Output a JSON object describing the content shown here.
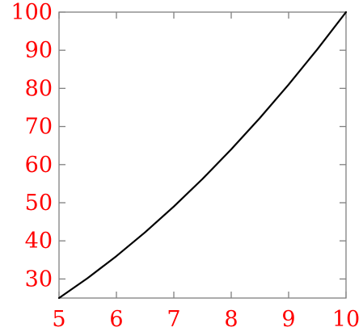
{
  "chart_data": {
    "type": "line",
    "title": "",
    "xlabel": "",
    "ylabel": "",
    "xlim": [
      5,
      10
    ],
    "ylim": [
      25,
      100
    ],
    "x_ticks": [
      5,
      6,
      7,
      8,
      9,
      10
    ],
    "y_ticks": [
      30,
      40,
      50,
      60,
      70,
      80,
      90,
      100
    ],
    "grid": false,
    "legend": "none",
    "colors": {
      "line": "#000000",
      "tick_labels": "#ff0000",
      "axes": "#808080"
    },
    "series": [
      {
        "x": [
          5,
          5.5,
          6,
          6.5,
          7,
          7.5,
          8,
          8.5,
          9,
          9.5,
          10
        ],
        "y": [
          25,
          30.25,
          36,
          42.25,
          49,
          56.25,
          64,
          72.25,
          81,
          90.25,
          100
        ]
      }
    ]
  }
}
